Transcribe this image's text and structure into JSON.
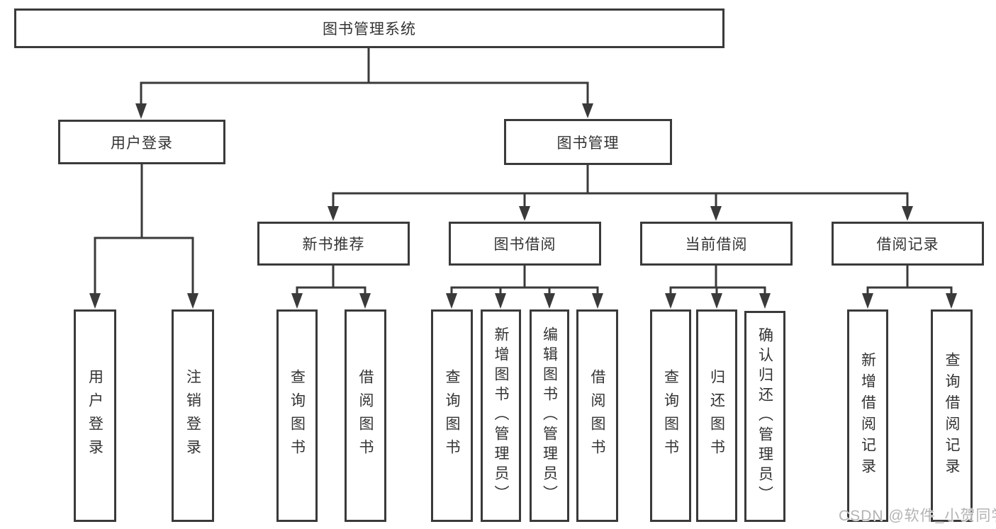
{
  "tree": {
    "root": {
      "label": "图书管理系统"
    },
    "branches": [
      {
        "label": "用户登录",
        "children": [
          {
            "label": "用户登录"
          },
          {
            "label": "注销登录"
          }
        ]
      },
      {
        "label": "图书管理",
        "groups": [
          {
            "label": "新书推荐",
            "children": [
              {
                "label": "查询图书"
              },
              {
                "label": "借阅图书"
              }
            ]
          },
          {
            "label": "图书借阅",
            "children": [
              {
                "label": "查询图书"
              },
              {
                "label": "新增图书（管理员）"
              },
              {
                "label": "编辑图书（管理员）"
              },
              {
                "label": "借阅图书"
              }
            ]
          },
          {
            "label": "当前借阅",
            "children": [
              {
                "label": "查询图书"
              },
              {
                "label": "归还图书"
              },
              {
                "label": "确认归还（管理员）"
              }
            ]
          },
          {
            "label": "借阅记录",
            "children": [
              {
                "label": "新增借阅记录"
              },
              {
                "label": "查询借阅记录"
              }
            ]
          }
        ]
      }
    ]
  },
  "watermark": "CSDN @软件_小贺同学",
  "colors": {
    "line": "#3a3a3a",
    "text": "#333333",
    "background": "#ffffff",
    "watermark": "#b3b3b3"
  }
}
